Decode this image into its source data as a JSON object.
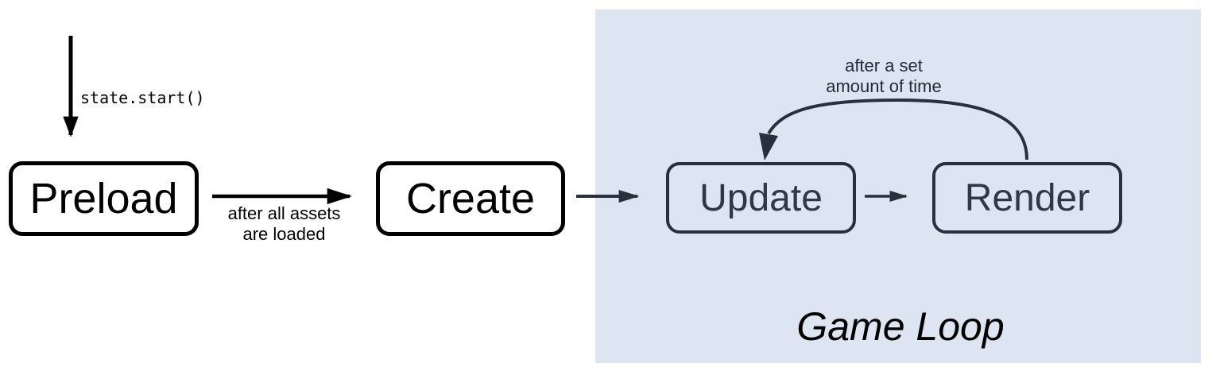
{
  "diagram": {
    "region": {
      "label": "Game Loop",
      "contains": [
        "update",
        "render"
      ]
    },
    "nodes": [
      {
        "id": "preload",
        "label": "Preload",
        "style": "light"
      },
      {
        "id": "create",
        "label": "Create",
        "style": "light"
      },
      {
        "id": "update",
        "label": "Update",
        "style": "dark"
      },
      {
        "id": "render",
        "label": "Render",
        "style": "dark"
      }
    ],
    "edges": [
      {
        "id": "start-to-preload",
        "from": "start",
        "to": "preload",
        "shape": "straight-down",
        "style": "black",
        "label_font": "mono",
        "label_lines": [
          "state.start()"
        ]
      },
      {
        "id": "preload-to-create",
        "from": "preload",
        "to": "create",
        "shape": "straight-right",
        "style": "black",
        "label_lines": [
          "after all assets",
          "are loaded"
        ]
      },
      {
        "id": "create-to-update",
        "from": "create",
        "to": "update",
        "shape": "straight-right",
        "style": "slate",
        "label_lines": []
      },
      {
        "id": "update-to-render",
        "from": "update",
        "to": "render",
        "shape": "straight-right",
        "style": "slate",
        "label_lines": []
      },
      {
        "id": "render-to-update",
        "from": "render",
        "to": "update",
        "shape": "curved-back",
        "style": "slate",
        "label_lines": [
          "after a set",
          "amount of time"
        ]
      }
    ],
    "colors": {
      "page_bg": "#ffffff",
      "region_bg": "#dce5f1",
      "black": "#000000",
      "slate_stroke": "#27313d",
      "slate_text": "#2d3945",
      "label_dark": "#222c38"
    }
  }
}
